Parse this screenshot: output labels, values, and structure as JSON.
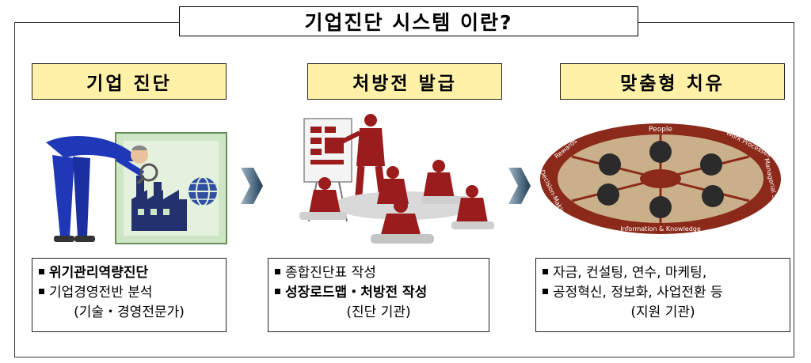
{
  "title": "기업진단 시스템 이란?",
  "steps": [
    {
      "heading": "기업 진단",
      "lines": [
        "위기관리역량진단",
        "기업경영전반 분석"
      ],
      "note": "(기술・경영전문가)"
    },
    {
      "heading": "처방전 발급",
      "lines": [
        "종합진단표 작성",
        "성장로드맵・처방전 작성"
      ],
      "note": "(진단 기관)"
    },
    {
      "heading": "맞춤형 치유",
      "lines": [
        "자금, 컨설팅, 연수, 마케팅,",
        "공정혁신, 정보화, 사업전환 등"
      ],
      "note": "(지원 기관)"
    }
  ],
  "wheel": {
    "labels": [
      "People",
      "Work Processes",
      "Managerial Structure",
      "Information & Knowledge",
      "Decision-Making",
      "Rewards"
    ]
  },
  "colors": {
    "heading_bg": "#fff2a8",
    "arrow": "#2a4f6a",
    "wheel": "#8b2a1a",
    "figure_red": "#9a1c1c"
  }
}
